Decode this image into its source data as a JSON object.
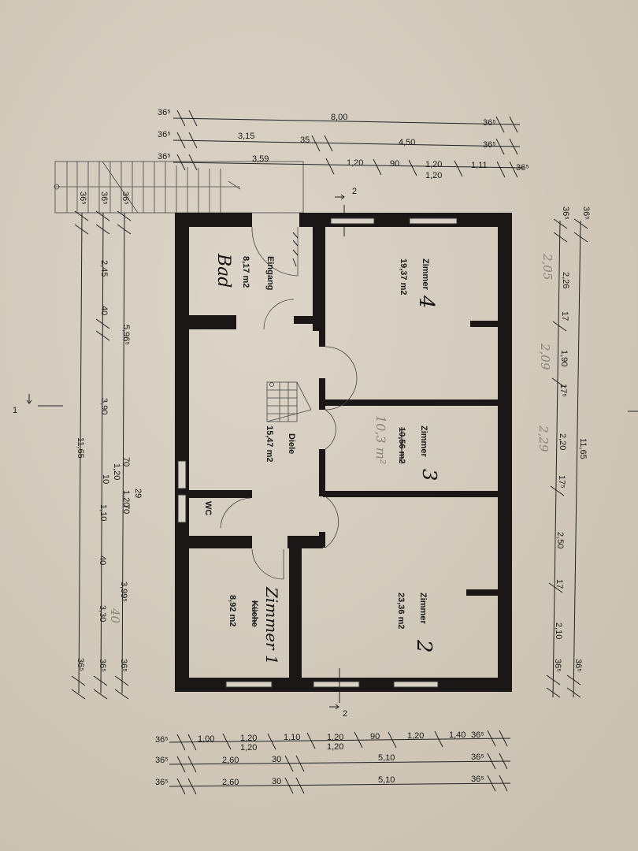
{
  "dimensions": {
    "top": {
      "row1": [
        "36⁵",
        "8,00",
        "36⁵"
      ],
      "row2": [
        "36⁵",
        "3,15",
        "35",
        "4,50",
        "36⁵"
      ],
      "row3": [
        "36⁵",
        "3,59",
        "1,20",
        "90",
        "1,20",
        "1,20",
        "1,11",
        "36⁵"
      ]
    },
    "bottom": {
      "row1": [
        "36⁵",
        "1,00",
        "1,20",
        "1,20",
        "1,10",
        "1,20",
        "1,20",
        "90",
        "1,20",
        "1,40",
        "36⁵"
      ],
      "row2": [
        "36⁵",
        "2,60",
        "30",
        "5,10",
        "36⁵"
      ],
      "row3": [
        "36⁵",
        "2,60",
        "30",
        "5,10",
        "36⁵"
      ]
    },
    "left": {
      "col1": [
        "36⁵",
        "11,65",
        "36⁵"
      ],
      "col2": [
        "36⁵",
        "2,45",
        "40",
        "3,90",
        "1,20",
        "10",
        "1,10",
        "40",
        "3,30",
        "36⁵"
      ],
      "col3": [
        "36⁵",
        "5,96⁵",
        "70",
        "29",
        "1,20",
        "70",
        "3,99⁵",
        "36⁵"
      ],
      "handwritten": "40"
    },
    "right": {
      "col1": [
        "36⁵",
        "2,26",
        "17",
        "1,90",
        "17⁵",
        "2,20",
        "17⁵",
        "2,50",
        "17",
        "2,10",
        "36⁵"
      ],
      "col2": [
        "36⁵",
        "11,65",
        "36⁵"
      ],
      "handwritten": [
        "2,05",
        "2,09",
        "2,29"
      ]
    }
  },
  "section_markers": {
    "top": "2",
    "bottom": "2",
    "left": "1"
  },
  "rooms": {
    "zimmer4": {
      "name": "Zimmer",
      "area": "19,37 m2",
      "handwritten": "4"
    },
    "zimmer3": {
      "name": "Zimmer",
      "area_crossed": "10,56 m2",
      "handwritten_area": "10,3 m²",
      "handwritten": "3"
    },
    "zimmer2": {
      "name": "Zimmer",
      "area": "23,36 m2",
      "handwritten": "2"
    },
    "diele": {
      "name": "Diele",
      "area": "15,47 m2"
    },
    "wc": {
      "name": "WC"
    },
    "eingang": {
      "name": "Eingang",
      "area": "8,17 m2",
      "handwritten": "Bad"
    },
    "zimmer1": {
      "name_crossed": "Küche",
      "area": "8,92 m2",
      "handwritten": "Zimmer 1"
    }
  },
  "colors": {
    "paper": "#d4ccbe",
    "walls": "#1b1716",
    "pencil": "#8a857c"
  }
}
